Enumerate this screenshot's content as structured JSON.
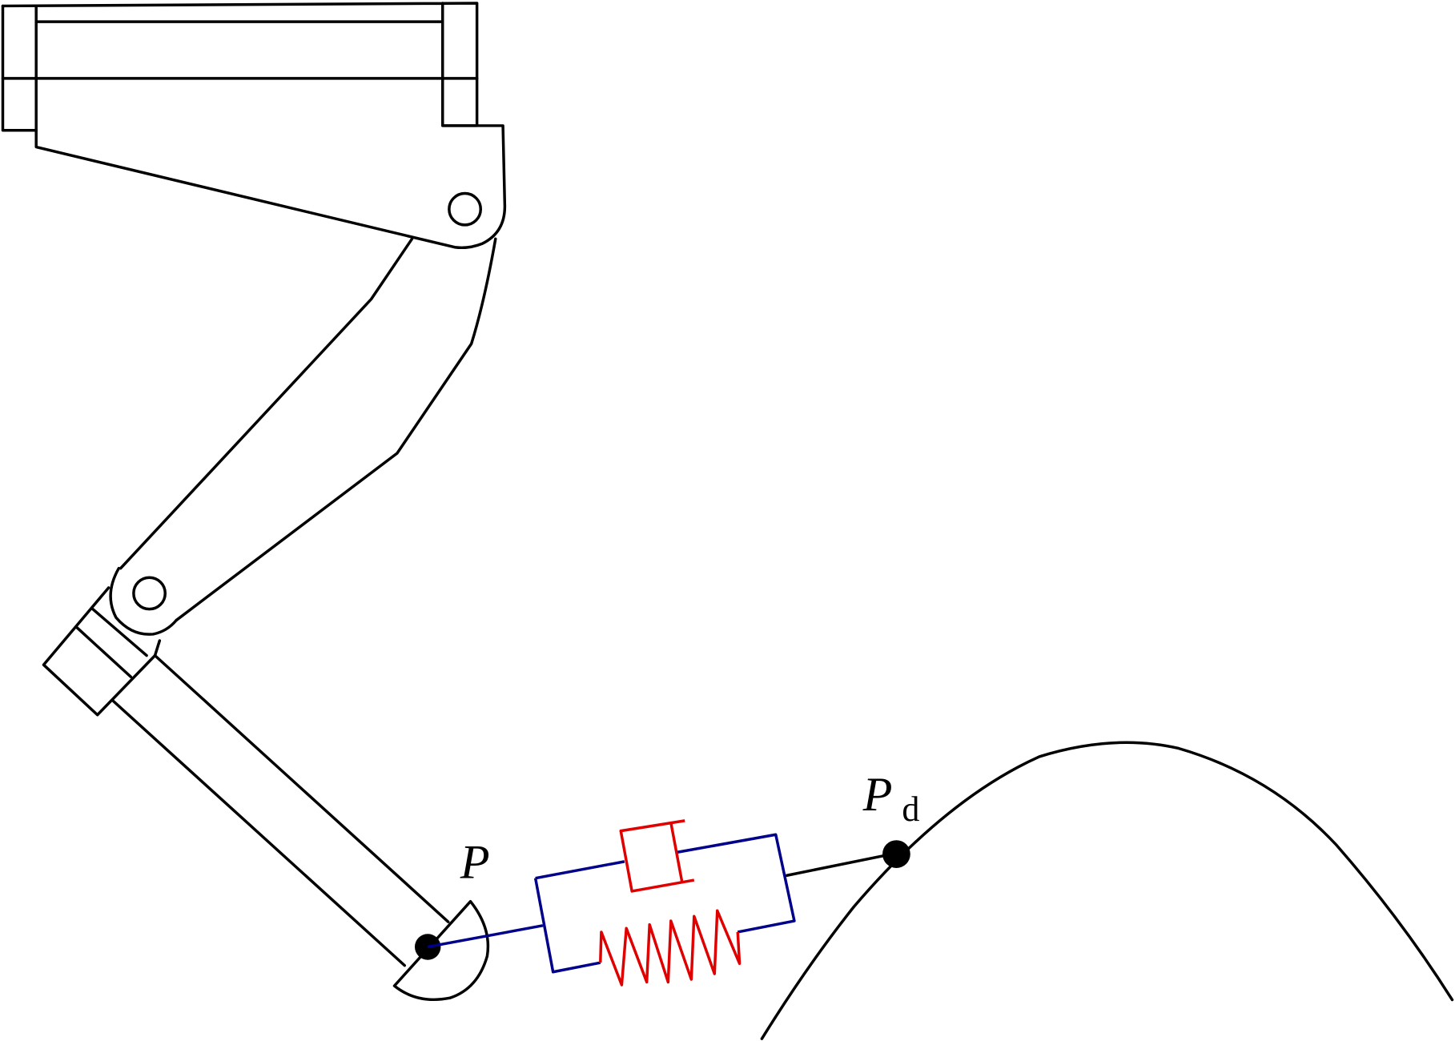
{
  "labels": {
    "end_effector": "P",
    "desired_point": "P",
    "desired_point_subscript": "d"
  },
  "colors": {
    "mechanism": "#000000",
    "connector": "#00008b",
    "spring_damper": "#e00000"
  }
}
